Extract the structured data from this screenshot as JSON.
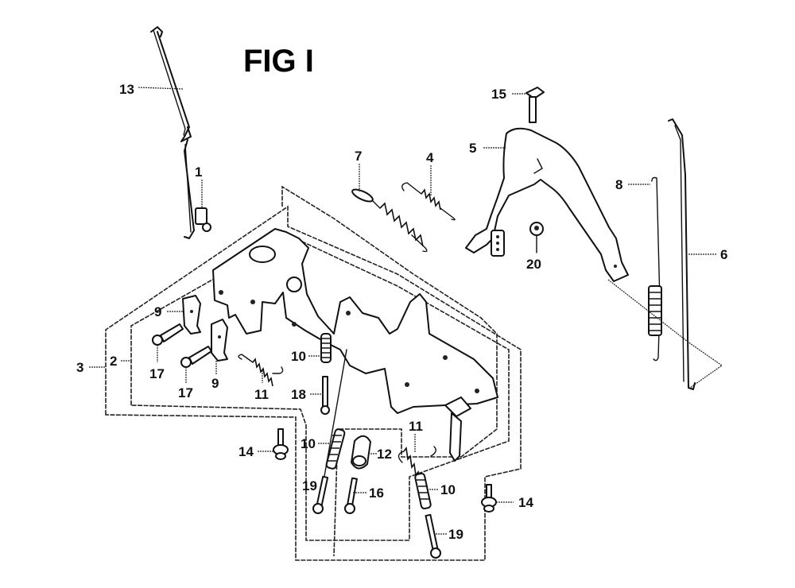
{
  "figure": {
    "title": "FIG I",
    "type": "exploded parts diagram",
    "subject": "engine control / governor linkage assembly"
  },
  "callouts": [
    {
      "id": "c13",
      "label": "13",
      "part": "governor rod"
    },
    {
      "id": "c1",
      "label": "1",
      "part": "clip"
    },
    {
      "id": "c7",
      "label": "7",
      "part": "spring"
    },
    {
      "id": "c4",
      "label": "4",
      "part": "spring"
    },
    {
      "id": "c15",
      "label": "15",
      "part": "pin"
    },
    {
      "id": "c5",
      "label": "5",
      "part": "control lever"
    },
    {
      "id": "c8",
      "label": "8",
      "part": "rod with spring"
    },
    {
      "id": "c6",
      "label": "6",
      "part": "rod"
    },
    {
      "id": "c20",
      "label": "20",
      "part": "nut"
    },
    {
      "id": "c3",
      "label": "3",
      "part": "control assembly (outer group)"
    },
    {
      "id": "c2",
      "label": "2",
      "part": "control assembly (inner group)"
    },
    {
      "id": "c9a",
      "label": "9",
      "part": "clamp"
    },
    {
      "id": "c9b",
      "label": "9",
      "part": "clamp"
    },
    {
      "id": "c17a",
      "label": "17",
      "part": "screw"
    },
    {
      "id": "c17b",
      "label": "17",
      "part": "screw"
    },
    {
      "id": "c11a",
      "label": "11",
      "part": "spring"
    },
    {
      "id": "c10a",
      "label": "10",
      "part": "spring"
    },
    {
      "id": "c18",
      "label": "18",
      "part": "screw"
    },
    {
      "id": "c11b",
      "label": "11",
      "part": "spring"
    },
    {
      "id": "c14a",
      "label": "14",
      "part": "bolt"
    },
    {
      "id": "c10b",
      "label": "10",
      "part": "spring"
    },
    {
      "id": "c12",
      "label": "12",
      "part": "collar"
    },
    {
      "id": "c19a",
      "label": "19",
      "part": "screw"
    },
    {
      "id": "c16",
      "label": "16",
      "part": "screw"
    },
    {
      "id": "c10c",
      "label": "10",
      "part": "spring"
    },
    {
      "id": "c14b",
      "label": "14",
      "part": "bolt"
    },
    {
      "id": "c19b",
      "label": "19",
      "part": "screw"
    }
  ]
}
